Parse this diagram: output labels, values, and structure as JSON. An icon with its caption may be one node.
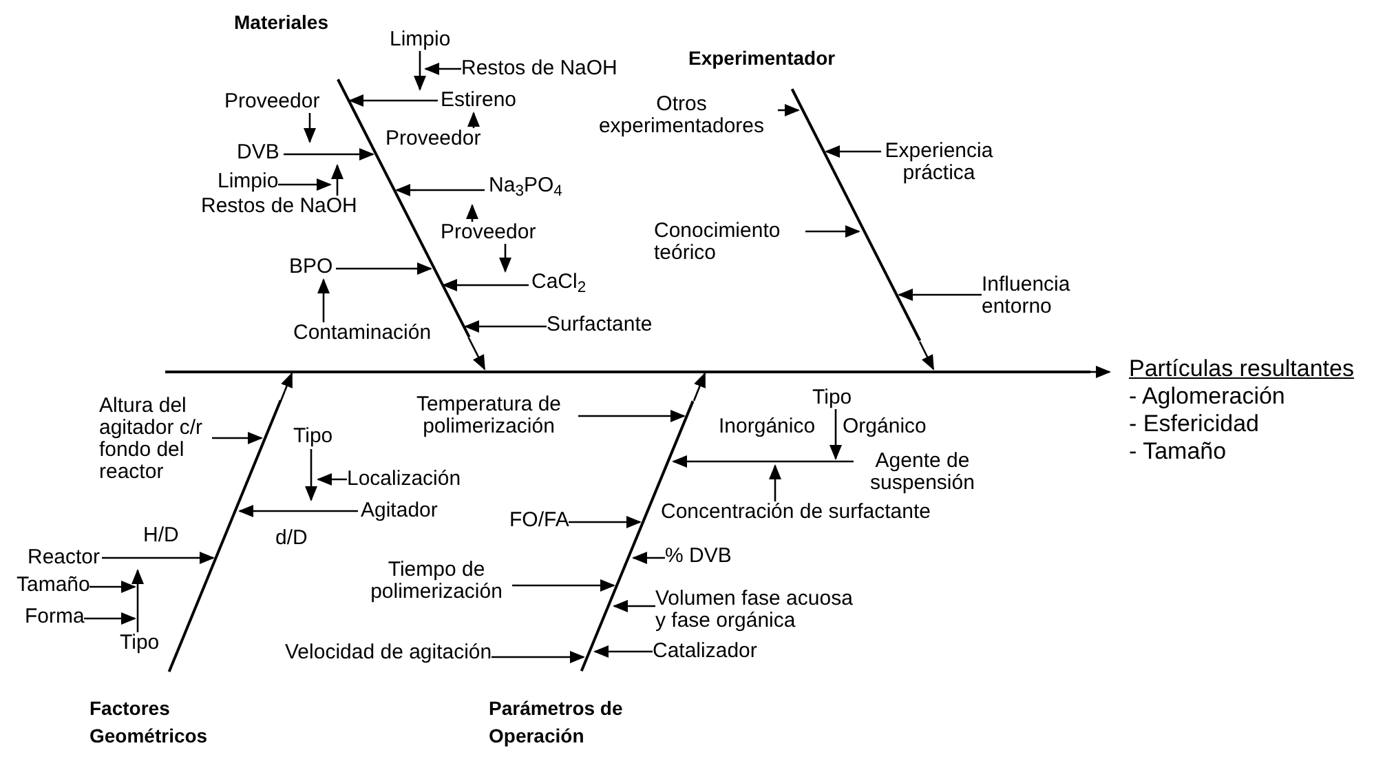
{
  "diagram": {
    "nodes": [
      {
        "text": [
          "Materiales"
        ]
      },
      {
        "text": [
          "Limpio"
        ]
      },
      {
        "text": [
          "Restos de NaOH"
        ]
      },
      {
        "text": [
          "Estireno"
        ]
      },
      {
        "text": [
          "Proveedor"
        ]
      },
      {
        "text": [
          "Proveedor"
        ]
      },
      {
        "text": [
          "DVB"
        ]
      },
      {
        "text": [
          "Limpio"
        ]
      },
      {
        "text": [
          "Restos de NaOH"
        ]
      },
      {
        "text": [
          "Na$_{3}$PO$_{4}$"
        ]
      },
      {
        "text": [
          "Proveedor"
        ]
      },
      {
        "text": [
          "BPO"
        ]
      },
      {
        "text": [
          "CaCl$_{2}$"
        ]
      },
      {
        "text": [
          "Contaminación"
        ]
      },
      {
        "text": [
          "Surfactante"
        ]
      },
      {
        "text": [
          "Experimentador"
        ]
      },
      {
        "text": [
          "Otros experimentadores"
        ]
      },
      {
        "text": [
          "Experiencia práctica"
        ]
      },
      {
        "text": [
          "Conocimiento teórico"
        ]
      },
      {
        "text": [
          "Influencia entorno"
        ]
      },
      {
        "text": [
          "Partículas resultantes",
          "- Aglomeración",
          "- Esfericidad",
          "- Tamaño"
        ]
      },
      {
        "text": [
          "Altura del agitador c/r fondo del reactor"
        ]
      },
      {
        "text": [
          "Tipo"
        ]
      },
      {
        "text": [
          "Localización"
        ]
      },
      {
        "text": [
          "Agitador"
        ]
      },
      {
        "text": [
          "Reactor"
        ]
      },
      {
        "text": [
          "Tamaño"
        ]
      },
      {
        "text": [
          "Forma"
        ]
      },
      {
        "text": [
          "Tipo"
        ]
      },
      {
        "text": [
          "Factores Geométricos"
        ]
      },
      {
        "text": [
          "Temperatura de polimerización"
        ]
      },
      {
        "text": [
          "Tipo"
        ]
      },
      {
        "text": [
          "Agente de suspensión"
        ]
      },
      {
        "text": [
          "Concentración de surfactante"
        ]
      },
      {
        "text": [
          "FO/FA"
        ]
      },
      {
        "text": [
          "% DVB"
        ]
      },
      {
        "text": [
          "Tiempo de polimerización"
        ]
      },
      {
        "text": [
          "Volumen fase acuosa y fase orgánica"
        ]
      },
      {
        "text": [
          "Velocidad de agitación"
        ]
      },
      {
        "text": [
          "Catalizador"
        ]
      },
      {
        "text": [
          "Parámetros de Operación"
        ]
      },
      {
        "text": [],
        "shape": "bar"
      },
      {
        "text": [],
        "shape": "bar"
      },
      {
        "text": [],
        "shape": "bar"
      },
      {
        "text": [],
        "shape": "bar"
      },
      {
        "text": [],
        "shape": "bar"
      }
    ],
    "edges": [
      {
        "from": 41,
        "to": 20,
        "arrow": "to"
      },
      {
        "from": 42,
        "to": 41,
        "arrow": "to"
      },
      {
        "from": 1,
        "to": 3,
        "arrow": "to"
      },
      {
        "from": 2,
        "to": 3,
        "arrow": "to"
      },
      {
        "from": 3,
        "to": 42,
        "arrow": "to"
      },
      {
        "from": 4,
        "to": 3,
        "arrow": "to"
      },
      {
        "from": 5,
        "to": 6,
        "arrow": "to"
      },
      {
        "from": 6,
        "to": 42,
        "arrow": "to"
      },
      {
        "from": 7,
        "to": 8,
        "arrow": "to"
      },
      {
        "from": 8,
        "to": 6,
        "arrow": "to"
      },
      {
        "from": 9,
        "to": 42,
        "arrow": "to"
      },
      {
        "from": 10,
        "to": 9,
        "arrow": "to"
      },
      {
        "from": 10,
        "to": 12,
        "arrow": "to"
      },
      {
        "from": 11,
        "to": 42,
        "arrow": "to"
      },
      {
        "from": 12,
        "to": 42,
        "arrow": "to"
      },
      {
        "from": 13,
        "to": 11,
        "arrow": "to"
      },
      {
        "from": 14,
        "to": 42,
        "arrow": "to"
      },
      {
        "from": 43,
        "to": 41,
        "arrow": "to"
      },
      {
        "from": 16,
        "to": 43,
        "arrow": "to"
      },
      {
        "from": 17,
        "to": 43,
        "arrow": "to"
      },
      {
        "from": 18,
        "to": 43,
        "arrow": "to"
      },
      {
        "from": 19,
        "to": 43,
        "arrow": "to"
      },
      {
        "from": 44,
        "to": 41,
        "arrow": "to"
      },
      {
        "from": 21,
        "to": 44,
        "arrow": "to"
      },
      {
        "from": 22,
        "to": 24,
        "arrow": "to"
      },
      {
        "from": 23,
        "to": 22,
        "arrow": "to"
      },
      {
        "from": 24,
        "to": 44,
        "arrow": "to",
        "label": "d/D"
      },
      {
        "from": 25,
        "to": 44,
        "arrow": "to",
        "label": "H/D"
      },
      {
        "from": 26,
        "to": 28,
        "arrow": "to"
      },
      {
        "from": 27,
        "to": 28,
        "arrow": "to"
      },
      {
        "from": 28,
        "to": 25,
        "arrow": "to"
      },
      {
        "from": 45,
        "to": 41,
        "arrow": "to"
      },
      {
        "from": 30,
        "to": 45,
        "arrow": "to"
      },
      {
        "from": 31,
        "to": 32,
        "arrow": "to"
      },
      {
        "from": 32,
        "to": 45,
        "arrow": "to"
      },
      {
        "from": 33,
        "to": 32,
        "arrow": "to"
      },
      {
        "from": 34,
        "to": 45,
        "arrow": "to"
      },
      {
        "from": 35,
        "to": 45,
        "arrow": "to"
      },
      {
        "from": 36,
        "to": 45,
        "arrow": "to"
      },
      {
        "from": 37,
        "to": 45,
        "arrow": "to"
      },
      {
        "from": 38,
        "to": 45,
        "arrow": "to"
      },
      {
        "from": 39,
        "to": 45,
        "arrow": "to"
      }
    ],
    "labels": [
      "Inorgánico",
      "Orgánico"
    ]
  }
}
